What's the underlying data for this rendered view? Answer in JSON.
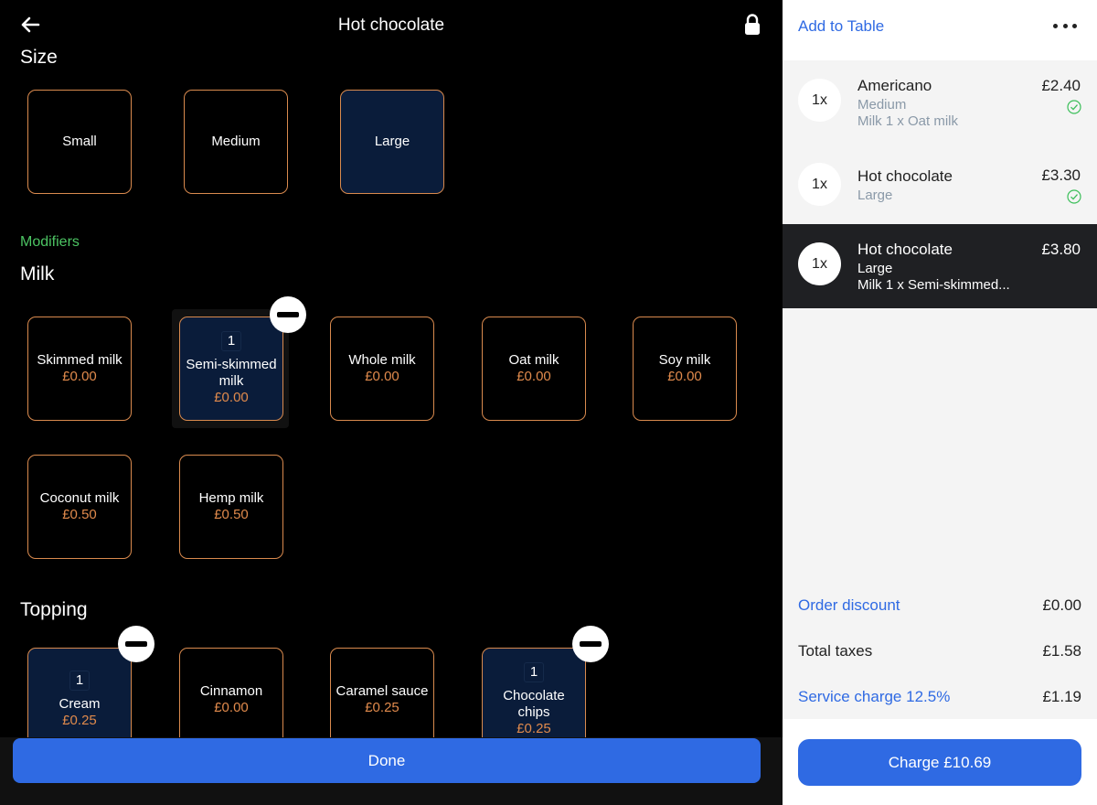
{
  "header": {
    "title": "Hot chocolate"
  },
  "size": {
    "title": "Size",
    "options": [
      "Small",
      "Medium",
      "Large"
    ],
    "selected": "Large"
  },
  "modifiers_label": "Modifiers",
  "milk": {
    "title": "Milk",
    "options": [
      {
        "name": "Skimmed milk",
        "price": "£0.00"
      },
      {
        "name": "Semi-skimmed milk",
        "price": "£0.00",
        "qty": "1"
      },
      {
        "name": "Whole milk",
        "price": "£0.00"
      },
      {
        "name": "Oat milk",
        "price": "£0.00"
      },
      {
        "name": "Soy milk",
        "price": "£0.00"
      },
      {
        "name": "Coconut milk",
        "price": "£0.50"
      },
      {
        "name": "Hemp milk",
        "price": "£0.50"
      }
    ]
  },
  "topping": {
    "title": "Topping",
    "options": [
      {
        "name": "Cream",
        "price": "£0.25",
        "qty": "1"
      },
      {
        "name": "Cinnamon",
        "price": "£0.00"
      },
      {
        "name": "Caramel sauce",
        "price": "£0.25"
      },
      {
        "name": "Chocolate chips",
        "price": "£0.25",
        "qty": "1"
      }
    ]
  },
  "done_label": "Done",
  "order_panel": {
    "add_to_table": "Add to Table",
    "items": [
      {
        "qty": "1x",
        "name": "Americano",
        "sub1": "Medium",
        "sub2": "Milk 1 x Oat milk",
        "price": "£2.40"
      },
      {
        "qty": "1x",
        "name": "Hot chocolate",
        "sub1": "Large",
        "price": "£3.30"
      },
      {
        "qty": "1x",
        "name": "Hot chocolate",
        "sub1": "Large",
        "sub2": "Milk 1 x Semi-skimmed...",
        "price": "£3.80"
      }
    ],
    "order_discount_label": "Order discount",
    "order_discount_value": "£0.00",
    "total_taxes_label": "Total taxes",
    "total_taxes_value": "£1.58",
    "service_charge_label": "Service charge 12.5%",
    "service_charge_value": "£1.19",
    "charge_label": "Charge £10.69"
  },
  "colors": {
    "accent": "#2f6ae3",
    "tile_border": "#d98a4e",
    "price": "#e08a4c",
    "modifiers": "#4cc463",
    "selected_tile": "#0a1c3a"
  }
}
